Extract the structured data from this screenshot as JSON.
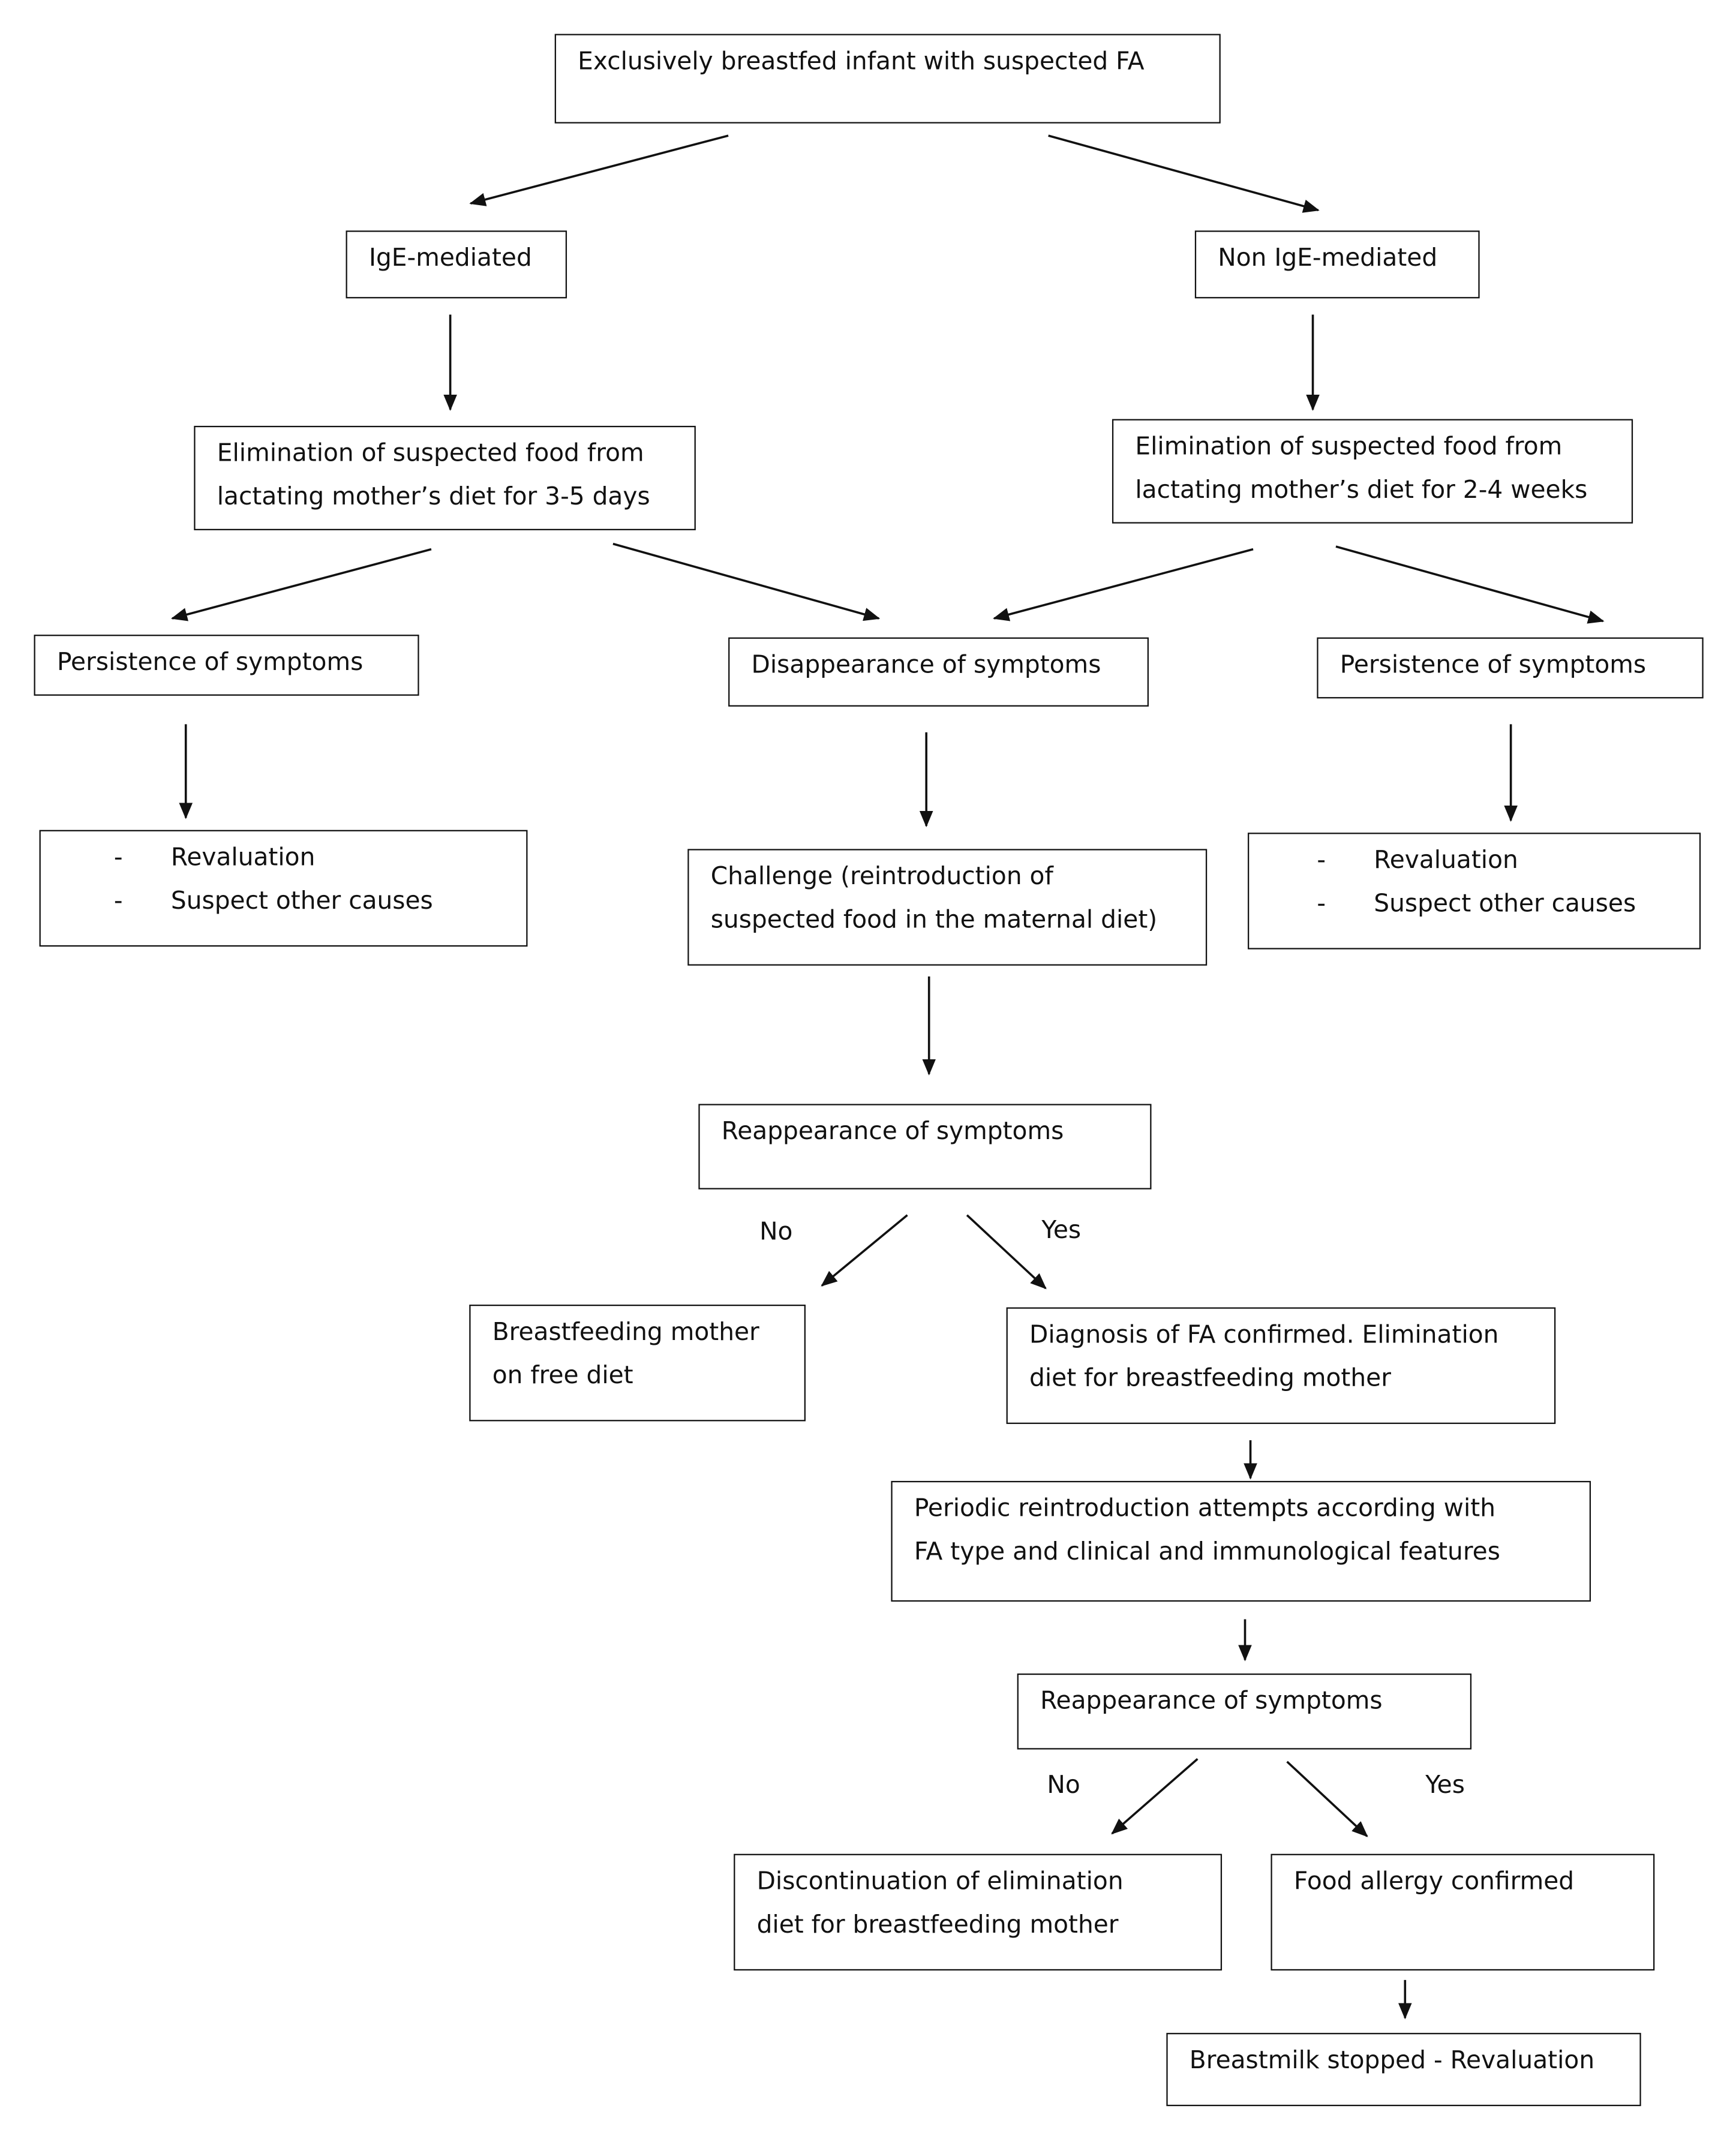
{
  "nodes": {
    "root": {
      "lines": [
        "Exclusively breastfed infant with suspected FA"
      ]
    },
    "ige": {
      "lines": [
        "IgE-mediated"
      ]
    },
    "non_ige": {
      "lines": [
        "Non IgE-mediated"
      ]
    },
    "elim_ige": {
      "lines": [
        "Elimination of suspected food from",
        "lactating mother’s diet for 3-5 days"
      ]
    },
    "elim_non_ige": {
      "lines": [
        "Elimination of suspected food from",
        "lactating mother’s diet for 2-4 weeks"
      ]
    },
    "persist_left": {
      "lines": [
        "Persistence of symptoms"
      ]
    },
    "disappear": {
      "lines": [
        "Disappearance of symptoms"
      ]
    },
    "persist_right": {
      "lines": [
        "Persistence of symptoms"
      ]
    },
    "reval_left": {
      "dash": "-",
      "items": [
        "Revaluation",
        "Suspect other causes"
      ]
    },
    "challenge": {
      "lines": [
        "Challenge (reintroduction of",
        "suspected food in the maternal diet)"
      ]
    },
    "reval_right": {
      "dash": "-",
      "items": [
        "Revaluation",
        "Suspect other causes"
      ]
    },
    "reappear1": {
      "lines": [
        "Reappearance of symptoms"
      ]
    },
    "free_diet": {
      "lines": [
        "Breastfeeding mother",
        "on free diet"
      ]
    },
    "diagnosis": {
      "lines": [
        "Diagnosis of FA confirmed. Elimination",
        "diet for breastfeeding mother"
      ]
    },
    "periodic": {
      "lines": [
        "Periodic reintroduction attempts according with",
        "FA type and clinical and immunological features"
      ]
    },
    "reappear2": {
      "lines": [
        "Reappearance of symptoms"
      ]
    },
    "discontinuation": {
      "lines": [
        "Discontinuation of elimination",
        "diet for breastfeeding mother"
      ]
    },
    "allergy_confirmed": {
      "lines": [
        "Food allergy confirmed"
      ]
    },
    "stopped": {
      "lines": [
        "Breastmilk stopped - Revaluation"
      ]
    }
  },
  "labels": {
    "no1": "No",
    "yes1": "Yes",
    "no2": "No",
    "yes2": "Yes"
  }
}
